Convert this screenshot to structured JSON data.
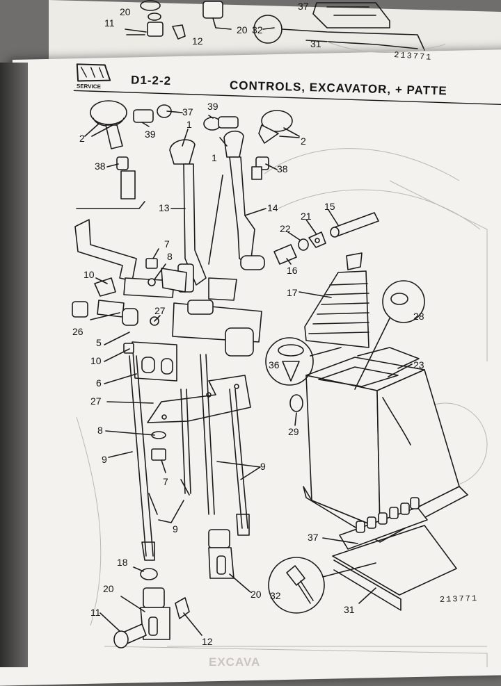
{
  "document": {
    "brand_service": "SERVICE",
    "section_code": "D1-2-2",
    "section_title": "CONTROLS, EXCAVATOR, + PATTE",
    "figure_ref": "213771",
    "prev_figure_ref": "213771",
    "background_text": "EXCAVA"
  },
  "callouts": {
    "c1a": "1",
    "c1b": "1",
    "c2a": "2",
    "c2b": "2",
    "c5": "5",
    "c6": "6",
    "c7a": "7",
    "c7b": "7",
    "c8a": "8",
    "c8b": "8",
    "c9a": "9",
    "c9b": "9",
    "c9c": "9",
    "c10a": "10",
    "c10b": "10",
    "c11": "11",
    "c12": "12",
    "c13": "13",
    "c14": "14",
    "c15": "15",
    "c16": "16",
    "c17": "17",
    "c18": "18",
    "c20a": "20",
    "c20b": "20",
    "c21": "21",
    "c22": "22",
    "c23": "23",
    "c26": "26",
    "c27a": "27",
    "c27b": "27",
    "c28": "28",
    "c29": "29",
    "c31": "31",
    "c32": "32",
    "c36": "36",
    "c37a": "37",
    "c37b": "37",
    "c38a": "38",
    "c38b": "38",
    "c39a": "39",
    "c39b": "39"
  },
  "prev_page_callouts": {
    "p11": "11",
    "p12": "12",
    "p20a": "20",
    "p20b": "20",
    "p32": "32",
    "p37": "37",
    "p31": "31"
  }
}
